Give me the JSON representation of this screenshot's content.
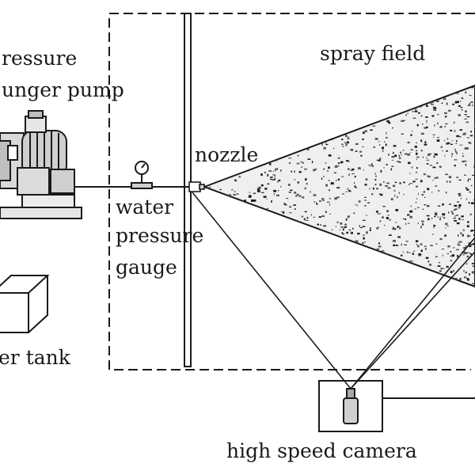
{
  "labels": {
    "pump_line1": "ressure",
    "pump_line2": "unger pump",
    "spray_field": "spray field",
    "nozzle": "nozzle",
    "gauge_line1": "water",
    "gauge_line2": "pressure",
    "gauge_line3": "gauge",
    "tank": "er tank",
    "camera": "high speed camera"
  },
  "colors": {
    "stroke": "#1a1a1a",
    "background": "#ffffff"
  }
}
